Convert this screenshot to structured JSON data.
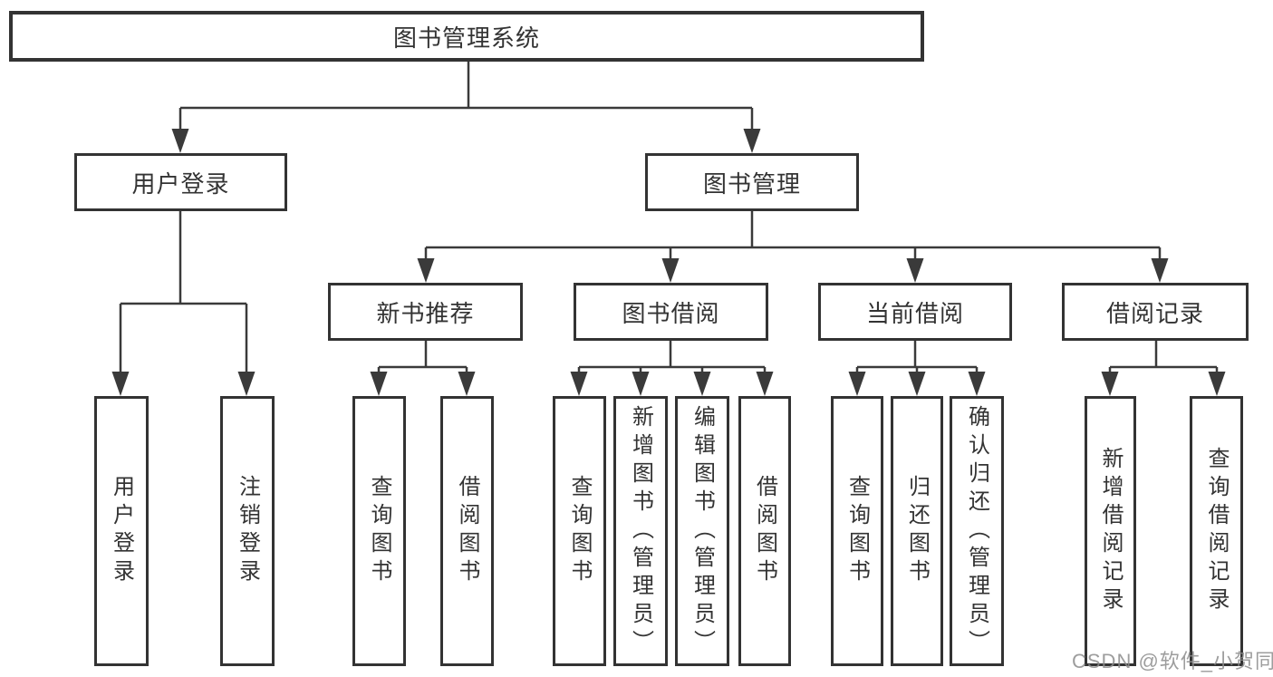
{
  "diagram": {
    "title": "图书管理系统",
    "branches": {
      "user_login": "用户登录",
      "book_mgmt": "图书管理"
    },
    "modules": {
      "new_books": "新书推荐",
      "book_borrow": "图书借阅",
      "current_borrow": "当前借阅",
      "borrow_records": "借阅记录"
    },
    "leaves": {
      "user_login": [
        "用户登录",
        "注销登录"
      ],
      "new_books": [
        "查询图书",
        "借阅图书"
      ],
      "book_borrow": [
        "查询图书",
        "新增图书（管理员）",
        "编辑图书（管理员）",
        "借阅图书"
      ],
      "current_borrow": [
        "查询图书",
        "归还图书",
        "确认归还（管理员）"
      ],
      "borrow_records": [
        "新增借阅记录",
        "查询借阅记录"
      ]
    }
  },
  "watermark": "CSDN @软件_小贺同学",
  "colors": {
    "line": "#3a3a3a",
    "text": "#333333",
    "background": "#ffffff",
    "watermark": "#8c8c8c"
  }
}
